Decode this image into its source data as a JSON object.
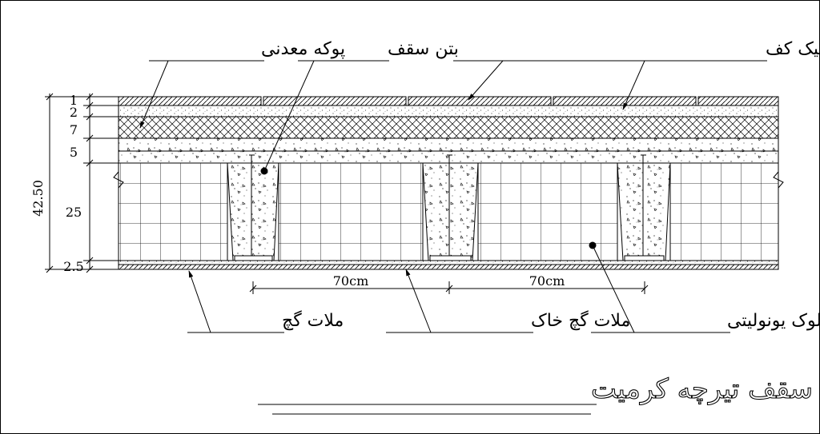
{
  "title": "جزییات سقف تیرچه کرمیت",
  "labels": {
    "mineral_shell": "پوکه معدنی",
    "roof_concrete": "بتن سقف",
    "mortar_ceramic": "ملات ماسه سیمان سرامیک کف",
    "plaster_mortar": "ملات گچ",
    "plaster_soil_mortar": "ملات گچ خاک",
    "styrofoam_block": "بلوک یونولیتی"
  },
  "dimensions": {
    "layers": [
      "1",
      "2",
      "7",
      "5",
      "25",
      "2.5"
    ],
    "total": "42.50",
    "spacing_1": "70cm",
    "spacing_2": "70cm"
  }
}
